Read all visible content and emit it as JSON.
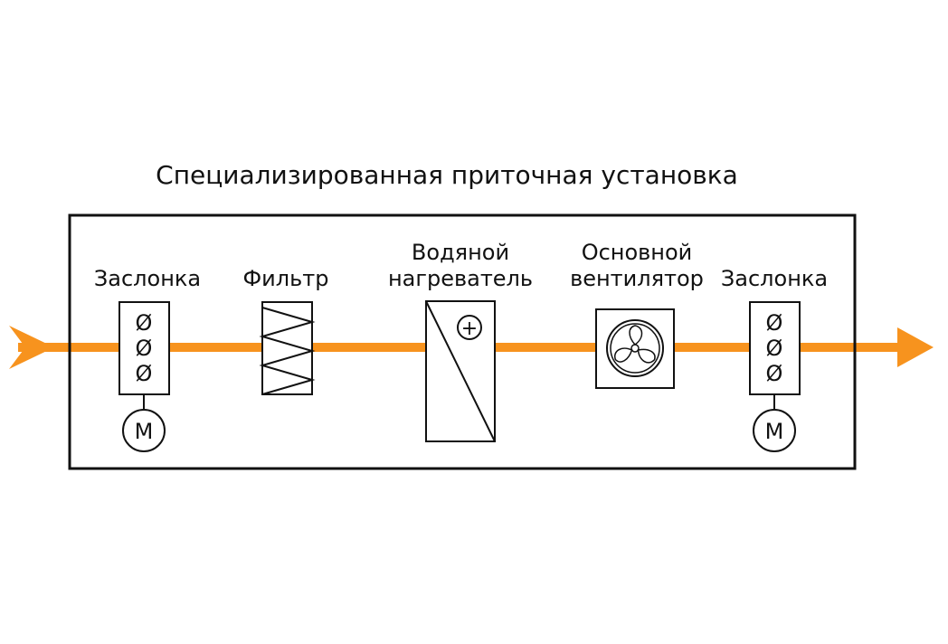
{
  "title": "Специализированная приточная установка",
  "components": {
    "damper_in": {
      "label": "Заслонка",
      "blade_symbol": "Ø",
      "motor_label": "M"
    },
    "filter": {
      "label": "Фильтр"
    },
    "heater": {
      "label_line1": "Водяной",
      "label_line2": "нагреватель",
      "sign": "+"
    },
    "fan": {
      "label_line1": "Основной",
      "label_line2": "вентилятор"
    },
    "damper_out": {
      "label": "Заслонка",
      "blade_symbol": "Ø",
      "motor_label": "M"
    }
  },
  "colors": {
    "airflow": "#F7931E",
    "stroke": "#111111",
    "background": "#FFFFFF"
  },
  "icons": {
    "airflow_in": "arrow-right-icon",
    "airflow_out": "arrow-right-icon",
    "fan": "fan-icon",
    "motor": "motor-icon"
  }
}
